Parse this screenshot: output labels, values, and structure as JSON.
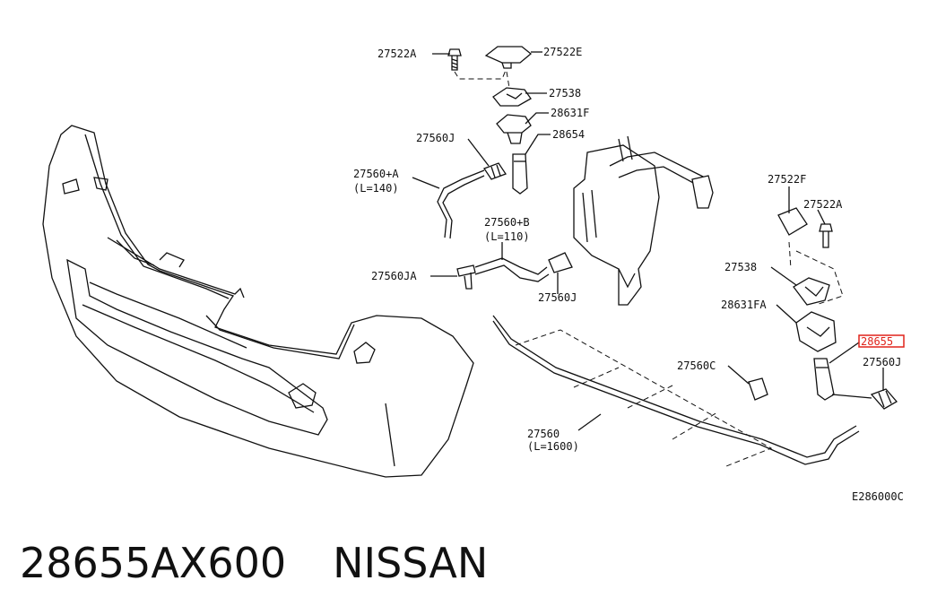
{
  "diagram": {
    "labels": {
      "p27522A_top": "27522A",
      "p27522E": "27522E",
      "p27538_top": "27538",
      "p28631F": "28631F",
      "p28654": "28654",
      "p27560J_top": "27560J",
      "p27560A": "27560+A",
      "p27560A_len": "(L=140)",
      "p27560B": "27560+B",
      "p27560B_len": "(L=110)",
      "p27560JA": "27560JA",
      "p27560J_mid": "27560J",
      "p27522F": "27522F",
      "p27522A_right": "27522A",
      "p27538_right": "27538",
      "p28631FA": "28631FA",
      "p28655": "28655",
      "p27560J_right": "27560J",
      "p27560C": "27560C",
      "p27560": "27560",
      "p27560_len": "(L=1600)",
      "diagram_code": "E286000C"
    },
    "highlight_color": "#e0241b"
  },
  "footer": {
    "part_number": "28655AX600",
    "brand": "NISSAN"
  }
}
